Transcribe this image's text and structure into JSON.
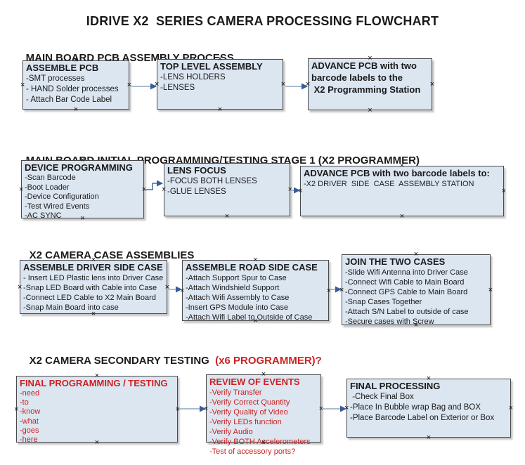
{
  "title": "IDRIVE X2  SERIES CAMERA PROCESSING FLOWCHART",
  "connector_glyph": "×",
  "colors": {
    "box_fill": "#dce6f1",
    "box_border": "#4a4a4a",
    "red": "#cc2222",
    "arrow_line": "#8ca6c4",
    "arrow_head": "#3a5a9a"
  },
  "sections": [
    {
      "heading": "MAIN BOARD PCB ASSEMBLY PROCESS",
      "boxes": [
        {
          "title": "ASSEMBLE PCB",
          "items": [
            "-SMT processes",
            "- HAND Solder processes",
            "- Attach Bar Code Label"
          ]
        },
        {
          "title": "TOP LEVEL ASSEMBLY",
          "items": [
            "-LENS HOLDERS",
            "-LENSES"
          ]
        },
        {
          "title": "ADVANCE PCB with two",
          "items": [
            "barcode labels to the",
            " X2 Programming Station"
          ]
        }
      ]
    },
    {
      "heading": "MAIN BOARD INITIAL PROGRAMMING/TESTING STAGE 1 (X2 PROGRAMMER)",
      "boxes": [
        {
          "title": "DEVICE PROGRAMMING",
          "items": [
            "-Scan Barcode",
            "-Boot Loader",
            "-Device Configuration",
            "-Test Wired Events",
            "-AC SYNC"
          ]
        },
        {
          "title": "LENS FOCUS",
          "items": [
            "-FOCUS BOTH LENSES",
            "-GLUE LENSES"
          ]
        },
        {
          "title": "ADVANCE PCB with two barcode labels to:",
          "items": [
            "-X2 DRIVER  SIDE  CASE  ASSEMBLY STATION"
          ]
        }
      ]
    },
    {
      "heading": "X2 CAMERA CASE ASSEMBLIES",
      "boxes": [
        {
          "title": "ASSEMBLE DRIVER SIDE CASE",
          "items": [
            "- Insert LED Plastic lens into Driver Case",
            "-Snap LED Board with Cable into Case",
            "-Connect LED Cable to X2 Main Board",
            "-Snap Main Board into case"
          ]
        },
        {
          "title": "ASSEMBLE ROAD SIDE CASE",
          "items": [
            "-Attach Support Spur to Case",
            "-Attach Windshield Support",
            "-Attach Wifi Assembly to Case",
            "-Insert GPS Module into Case",
            "-Attach Wifi Label to Outside of Case"
          ]
        },
        {
          "title": "JOIN THE TWO CASES",
          "items": [
            "-Slide Wifi Antenna into Driver Case",
            "-Connect Wifi Cable to Main Board",
            "-Connect GPS Cable to Main Board",
            "-Snap Cases Together",
            "-Attach S/N Label to outside of case",
            "-Secure cases with Screw"
          ]
        }
      ]
    },
    {
      "heading": "X2 CAMERA SECONDARY TESTING ",
      "heading_accent": " (x6 PROGRAMMER)?",
      "boxes": [
        {
          "title": "FINAL PROGRAMMING / TESTING",
          "items": [
            "-need",
            "-to",
            "-know",
            "-what",
            "-goes",
            "-here"
          ]
        },
        {
          "title": "REVIEW OF EVENTS",
          "items": [
            "-Verify Transfer",
            "-Verify Correct Quantity",
            "-Verify Quality of Video",
            "-Verify LEDs function",
            "-Verify Audio",
            "-Verify BOTH Accelerometers",
            "-Test of accessory ports?"
          ]
        },
        {
          "title": "FINAL PROCESSING",
          "items": [
            " -Check Final Box",
            "-Place In Bubble wrap Bag and BOX",
            "-Place Barcode Label on Exterior or Box"
          ]
        }
      ]
    }
  ]
}
